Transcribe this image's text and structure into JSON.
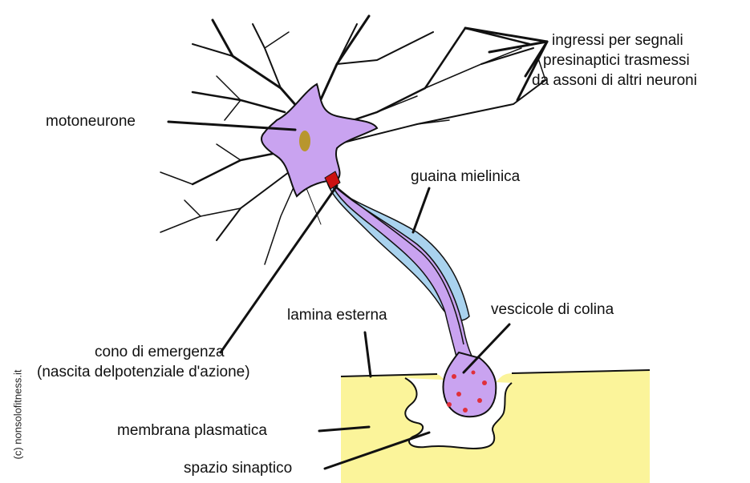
{
  "labels": {
    "inputs_line1": "ingressi per segnali",
    "inputs_line2": "presinaptici trasmessi",
    "inputs_line3": "da assoni di altri neuroni",
    "motoneuron": "motoneurone",
    "myelin_sheath": "guaina mielinica",
    "choline_vesicles": "vescicole di colina",
    "external_lamina": "lamina esterna",
    "axon_hillock_line1": "cono di emergenza",
    "axon_hillock_line2": "(nascita delpotenziale d'azione)",
    "plasma_membrane": "membrana plasmatica",
    "synaptic_cleft": "spazio sinaptico"
  },
  "credit": "(c) nonsolofitness.it",
  "colors": {
    "soma": "#c9a3f0",
    "nucleus": "#b8962e",
    "myelin": "#a9d2ee",
    "muscle": "#fbf49a",
    "hillock": "#cc1111",
    "vesicle": "#e0303a",
    "ink": "#111111"
  }
}
